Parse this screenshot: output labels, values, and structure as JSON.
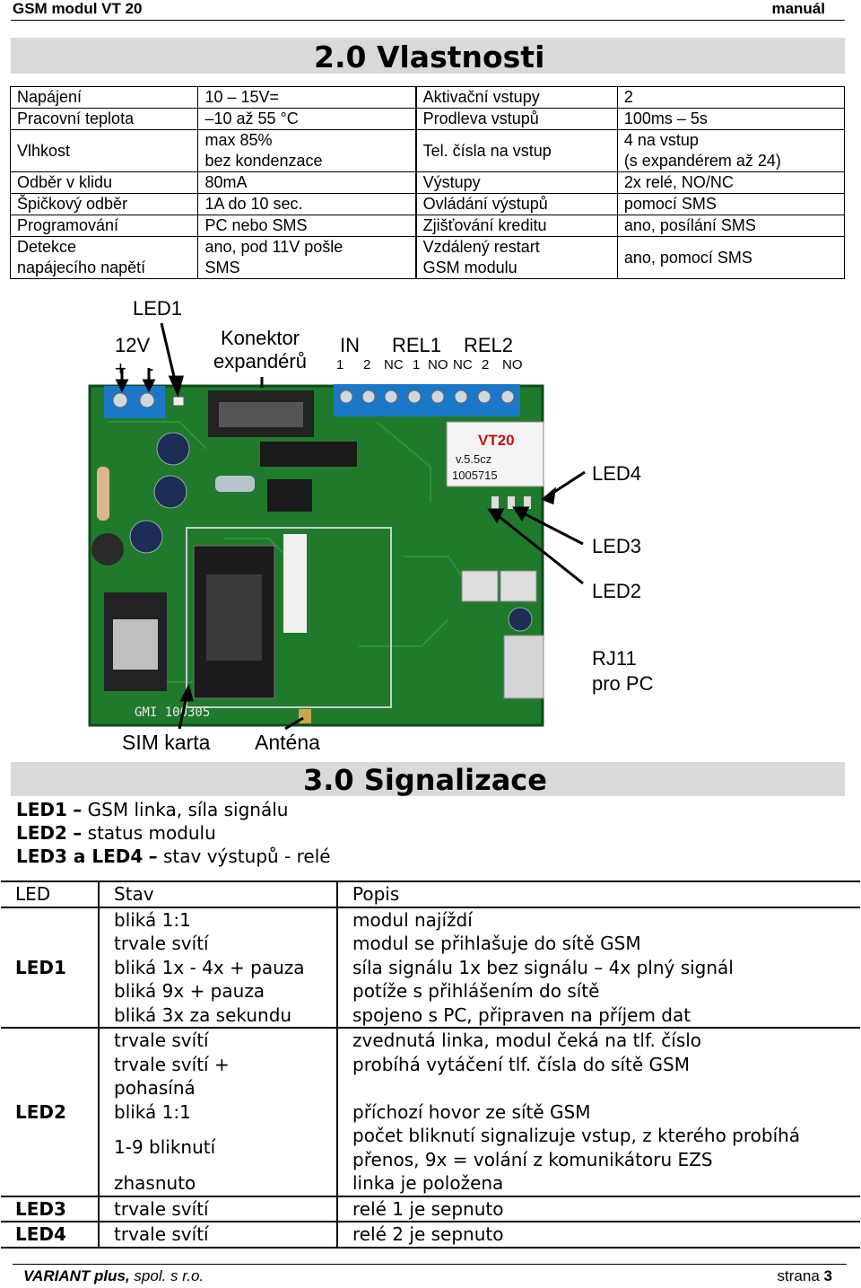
{
  "header": {
    "left": "GSM modul VT 20",
    "right": "manuál"
  },
  "section1_title": "2.0  Vlastnosti",
  "properties": [
    [
      "Napájení",
      "10 – 15V=",
      "Aktivační vstupy",
      "2"
    ],
    [
      "Pracovní teplota",
      "–10 až 55 °C",
      "Prodleva vstupů",
      "100ms – 5s"
    ],
    [
      "Vlhkost",
      "max 85%\nbez kondenzace",
      "Tel. čísla na vstup",
      "4 na vstup\n(s expandérem až 24)"
    ],
    [
      "Odběr v klidu",
      "80mA",
      "Výstupy",
      "2x relé, NO/NC"
    ],
    [
      "Špičkový odběr",
      "1A do 10 sec.",
      "Ovládání výstupů",
      "pomocí SMS"
    ],
    [
      "Programování",
      "PC nebo SMS",
      "Zjišťování kreditu",
      "ano, posílání SMS"
    ],
    [
      "Detekce\nnapájecího napětí",
      "ano, pod 11V pošle\nSMS",
      "Vzdálený restart\nGSM modulu",
      "ano, pomocí SMS"
    ]
  ],
  "photo_labels": {
    "led1": "LED1",
    "v12": "12V",
    "plus": "+",
    "minus": "-",
    "konektor": "Konektor\nexpandérů",
    "in": "IN",
    "rel1": "REL1",
    "rel2": "REL2",
    "pins": [
      "1",
      "2",
      "NC",
      "1",
      "NO",
      "NC",
      "2",
      "NO"
    ],
    "led4": "LED4",
    "led3": "LED3",
    "led2": "LED2",
    "rj11": "RJ11\npro PC",
    "sim": "SIM karta",
    "antena": "Anténa",
    "board_label": "VT20",
    "board_ver": "v.5.5cz",
    "board_serial": "1005715",
    "board_gmi": "GMI 100305"
  },
  "section2_title": "3.0  Signalizace",
  "signal_lines": [
    {
      "name": "LED1",
      "dash": "–",
      "text": "GSM linka, síla signálu"
    },
    {
      "name": "LED2",
      "dash": "–",
      "text": "status modulu"
    },
    {
      "name": "LED3 a LED4",
      "dash": "–",
      "text": "stav výstupů - relé"
    }
  ],
  "led_table": {
    "headers": [
      "LED",
      "Stav",
      "Popis"
    ],
    "groups": [
      {
        "led": "LED1",
        "rows": [
          [
            "bliká 1:1",
            "modul najíždí"
          ],
          [
            "trvale svítí",
            "modul se přihlašuje do sítě GSM"
          ],
          [
            "bliká 1x - 4x + pauza",
            "síla signálu 1x bez signálu – 4x plný signál"
          ],
          [
            "bliká 9x + pauza",
            "potíže s přihlášením do sítě"
          ],
          [
            "bliká 3x za sekundu",
            "spojeno s PC, připraven na příjem dat"
          ]
        ]
      },
      {
        "led": "LED2",
        "rows": [
          [
            "trvale svítí",
            "zvednutá linka, modul čeká na tlf. číslo"
          ],
          [
            "trvale svítí +\npohasíná",
            "probíhá vytáčení tlf. čísla do sítě GSM"
          ],
          [
            "bliká 1:1",
            "příchozí hovor ze sítě GSM"
          ],
          [
            "1-9 bliknutí",
            "počet bliknutí signalizuje vstup, z kterého probíhá\npřenos, 9x = volání z komunikátoru EZS"
          ],
          [
            "zhasnuto",
            "linka je položena"
          ]
        ]
      },
      {
        "led": "LED3",
        "rows": [
          [
            "trvale svítí",
            "relé 1 je sepnuto"
          ]
        ]
      },
      {
        "led": "LED4",
        "rows": [
          [
            "trvale svítí",
            "relé 2 je sepnuto"
          ]
        ]
      }
    ]
  },
  "footer": {
    "company": "VARIANT plus,",
    "company_rest": " spol. s r.o.",
    "page_label": "strana",
    "page_number": "3"
  }
}
